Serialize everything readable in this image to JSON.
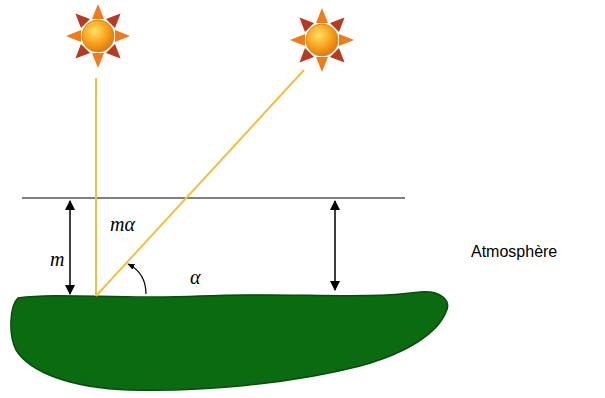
{
  "diagram": {
    "labels": [
      "m",
      "mα",
      "α",
      "Atmosphère"
    ]
  }
}
